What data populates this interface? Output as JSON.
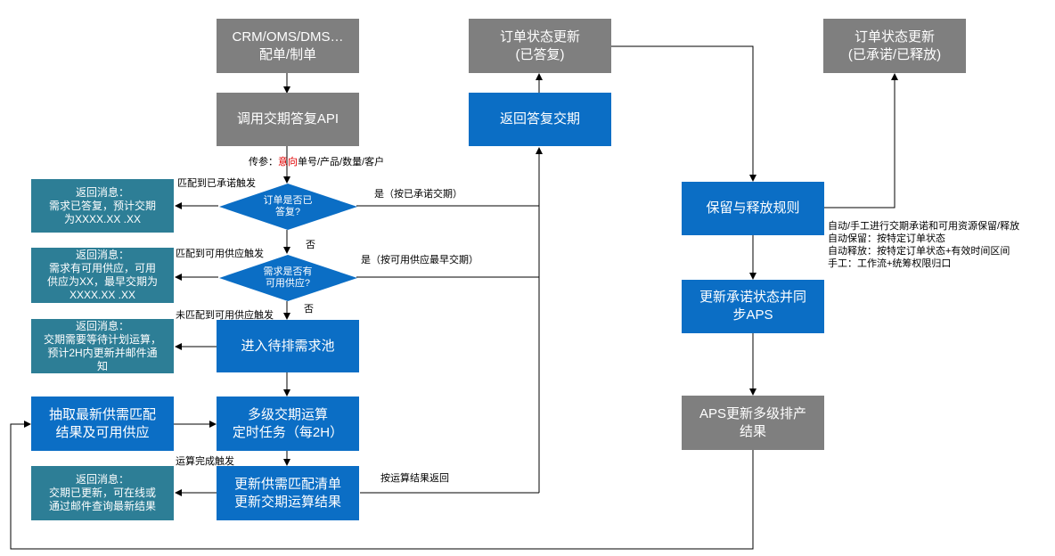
{
  "nodes": {
    "crm": {
      "line1": "CRM/OMS/DMS…",
      "line2": "配单/制单"
    },
    "call_api": {
      "text": "调用交期答复API"
    },
    "d1": {
      "line1": "订单是否已",
      "line2": "答复?"
    },
    "d2": {
      "line1": "需求是否有",
      "line2": "可用供应?"
    },
    "pool": {
      "text": "进入待排需求池"
    },
    "calc": {
      "line1": "多级交期运算",
      "line2": "定时任务（每2H）"
    },
    "update": {
      "line1": "更新供需匹配清单",
      "line2": "更新交期运算结果"
    },
    "extract": {
      "line1": "抽取最新供需匹配",
      "line2": "结果及可用供应"
    },
    "msg1": {
      "line1": "返回消息：",
      "line2": "需求已答复，预计交期",
      "line3": "为XXXX.XX .XX"
    },
    "msg2": {
      "line1": "返回消息：",
      "line2": "需求有可用供应，可用",
      "line3": "供应为XX，最早交期为",
      "line4": "XXXX.XX .XX"
    },
    "msg3": {
      "line1": "返回消息：",
      "line2": "交期需要等待计划运算，",
      "line3": "预计2H内更新并邮件通",
      "line4": "知"
    },
    "msg4": {
      "line1": "返回消息：",
      "line2": "交期已更新，可在线或",
      "line3": "通过邮件查询最新结果"
    },
    "order_replied": {
      "line1": "订单状态更新",
      "line2": "(已答复)"
    },
    "return_date": {
      "text": "返回答复交期"
    },
    "reserve": {
      "text": "保留与释放规则"
    },
    "order_released": {
      "line1": "订单状态更新",
      "line2": "(已承诺/已释放)"
    },
    "sync": {
      "line1": "更新承诺状态并同",
      "line2": "步APS"
    },
    "aps": {
      "line1": "APS更新多级排产",
      "line2": "结果"
    }
  },
  "labels": {
    "param_prefix": "传参：",
    "param_highlight": "意向",
    "param_suffix": "单号/产品/数量/客户",
    "match_promised": "匹配到已承诺触发",
    "yes_promised": "是（按已承诺交期）",
    "no1": "否",
    "match_available": "匹配到可用供应触发",
    "yes_available": "是（按可用供应最早交期）",
    "no2": "否",
    "not_matched": "未匹配到可用供应触发",
    "calc_done": "运算完成触发",
    "return_result": "按运算结果返回"
  },
  "rules": {
    "line1": "自动/手工进行交期承诺和可用资源保留/释放",
    "line2": "自动保留：按特定订单状态",
    "line3": "自动释放：按特定订单状态+有效时间区间",
    "line4": "手工：工作流+统筹权限归口"
  },
  "colors": {
    "gray": "#7f7f7f",
    "blue": "#0b6ec5",
    "teal": "#2d7e96",
    "highlight": "#e00000"
  }
}
